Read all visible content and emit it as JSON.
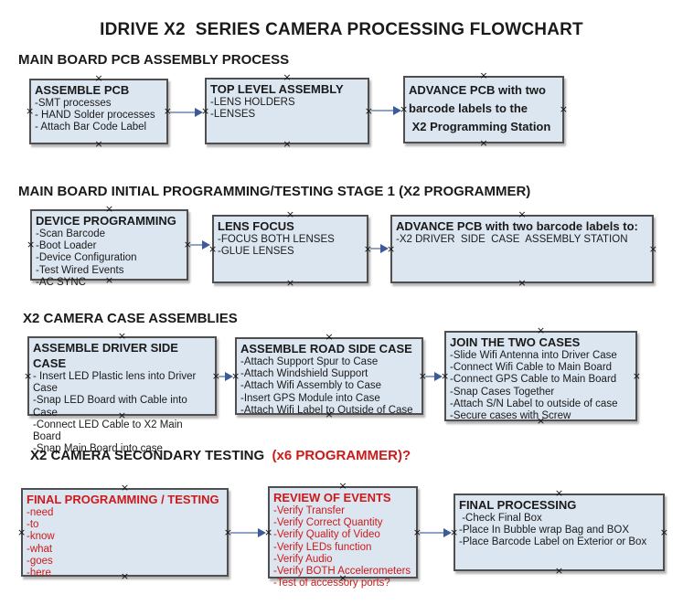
{
  "title": "IDRIVE X2  SERIES CAMERA PROCESSING FLOWCHART",
  "colors": {
    "box_fill": "#dce6f1",
    "box_border": "#4f4f4f",
    "red_text": "#cc1a1a",
    "black_text": "#1a1a1a",
    "arrow_line": "#8fa3c4",
    "arrow_head": "#3d5b9b"
  },
  "sections": [
    {
      "heading": "MAIN BOARD PCB ASSEMBLY PROCESS"
    },
    {
      "heading": "MAIN BOARD INITIAL PROGRAMMING/TESTING STAGE 1 (X2 PROGRAMMER)"
    },
    {
      "heading": "X2 CAMERA CASE ASSEMBLIES"
    },
    {
      "heading": "X2 CAMERA SECONDARY TESTING  ",
      "heading_red": "(x6 PROGRAMMER)?"
    }
  ],
  "boxes": {
    "assemble_pcb": {
      "title": "ASSEMBLE PCB",
      "items": [
        "-SMT processes",
        "- HAND Solder processes",
        "- Attach Bar Code Label"
      ]
    },
    "top_level_assembly": {
      "title": "TOP LEVEL ASSEMBLY",
      "items": [
        "-LENS HOLDERS",
        "-LENSES"
      ]
    },
    "advance_pcb_station": {
      "title": "ADVANCE PCB with two\nbarcode labels to the\n X2 Programming Station",
      "items": []
    },
    "device_programming": {
      "title": "DEVICE PROGRAMMING",
      "items": [
        "-Scan Barcode",
        "-Boot Loader",
        "-Device Configuration",
        "-Test Wired Events",
        "-AC SYNC"
      ]
    },
    "lens_focus": {
      "title": "LENS FOCUS",
      "items": [
        "-FOCUS BOTH LENSES",
        "-GLUE LENSES"
      ]
    },
    "advance_pcb_driver": {
      "title": "ADVANCE PCB with two barcode labels to:",
      "items": [
        "-X2 DRIVER  SIDE  CASE  ASSEMBLY STATION"
      ]
    },
    "assemble_driver_case": {
      "title": "ASSEMBLE DRIVER SIDE CASE",
      "items": [
        "- Insert LED Plastic lens into Driver Case",
        "-Snap LED Board with Cable into Case",
        "-Connect LED Cable to X2 Main Board",
        "-Snap Main Board into case"
      ]
    },
    "assemble_road_case": {
      "title": "ASSEMBLE ROAD SIDE CASE",
      "items": [
        "-Attach Support Spur to Case",
        "-Attach Windshield Support",
        "-Attach Wifi Assembly to Case",
        "-Insert GPS Module into Case",
        "-Attach Wifi Label to Outside of Case"
      ]
    },
    "join_two_cases": {
      "title": "JOIN THE TWO CASES",
      "items": [
        "-Slide Wifi Antenna into Driver Case",
        "-Connect Wifi Cable to Main Board",
        "-Connect GPS Cable to Main Board",
        "-Snap Cases Together",
        "-Attach S/N Label to outside of case",
        "-Secure cases with Screw"
      ]
    },
    "final_programming": {
      "title": "FINAL PROGRAMMING / TESTING",
      "items": [
        "-need",
        "-to",
        "-know",
        "-what",
        "-goes",
        "-here"
      ]
    },
    "review_of_events": {
      "title": "REVIEW OF EVENTS",
      "items": [
        "-Verify Transfer",
        "-Verify Correct Quantity",
        "-Verify Quality of Video",
        "-Verify LEDs function",
        "-Verify Audio",
        "-Verify BOTH Accelerometers",
        "-Test of accessory ports?"
      ]
    },
    "final_processing": {
      "title": "FINAL PROCESSING",
      "items": [
        " -Check Final Box",
        "-Place In Bubble wrap Bag and BOX",
        "-Place Barcode Label on Exterior or Box"
      ]
    }
  }
}
